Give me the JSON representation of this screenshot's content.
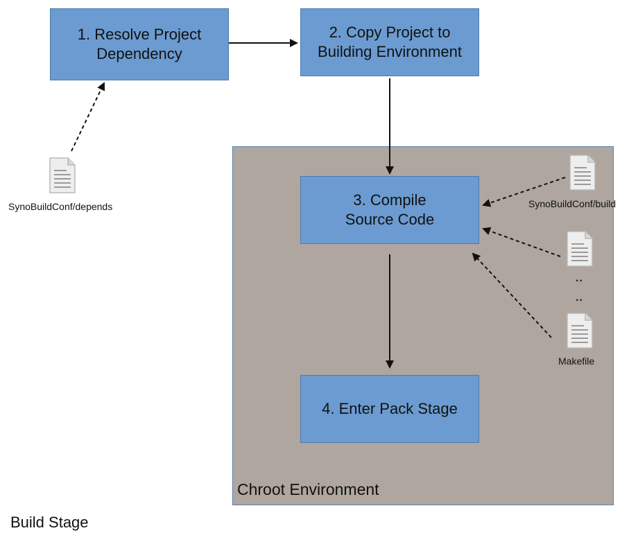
{
  "diagram": {
    "stage_title": "Build Stage",
    "container_label": "Chroot Environment",
    "steps": [
      {
        "label_line1": "1. Resolve Project",
        "label_line2": "Dependency"
      },
      {
        "label_line1": "2. Copy Project to",
        "label_line2": "Building Environment"
      },
      {
        "label_line1": "3. Compile",
        "label_line2": "Source Code"
      },
      {
        "label_line1": "4. Enter Pack Stage",
        "label_line2": ""
      }
    ],
    "files": {
      "depends": "SynoBuildConf/depends",
      "build": "SynoBuildConf/build",
      "ellipsis": "..",
      "makefile": "Makefile"
    }
  },
  "colors": {
    "step_fill": "#6b9bd1",
    "step_border": "#4a78b0",
    "container_fill": "#aea69f",
    "arrow": "#111111",
    "doc_fill": "#eeeeee",
    "doc_lines": "#9a9a9a"
  },
  "icons": [
    "document-icon",
    "arrow-solid",
    "arrow-dashed"
  ]
}
